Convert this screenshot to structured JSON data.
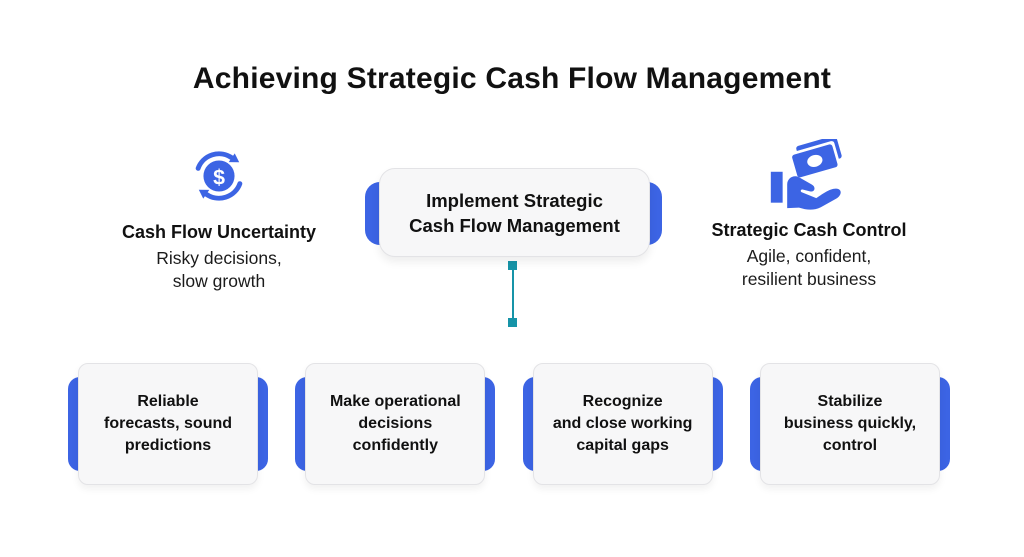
{
  "title": "Achieving Strategic Cash Flow Management",
  "left_feature": {
    "icon": "currency-cycle-icon",
    "title": "Cash Flow Uncertainty",
    "subtitle": "Risky decisions,\nslow growth"
  },
  "center_node": {
    "label": "Implement Strategic\nCash Flow Management"
  },
  "right_feature": {
    "icon": "cash-in-hand-icon",
    "title": "Strategic Cash Control",
    "subtitle": "Agile, confident,\nresilient business"
  },
  "bottom_nodes": [
    {
      "label": "Reliable\nforecasts, sound\npredictions"
    },
    {
      "label": "Make operational\ndecisions\nconfidently"
    },
    {
      "label": "Recognize\nand close working\ncapital gaps"
    },
    {
      "label": "Stabilize\nbusiness quickly,\ncontrol"
    }
  ],
  "colors": {
    "accent_blue": "#3C64E4",
    "connector_teal": "#1694A8",
    "card_bg": "#F7F7F8",
    "card_border": "#E3E3E6",
    "text": "#111111",
    "background": "#FFFFFF"
  }
}
